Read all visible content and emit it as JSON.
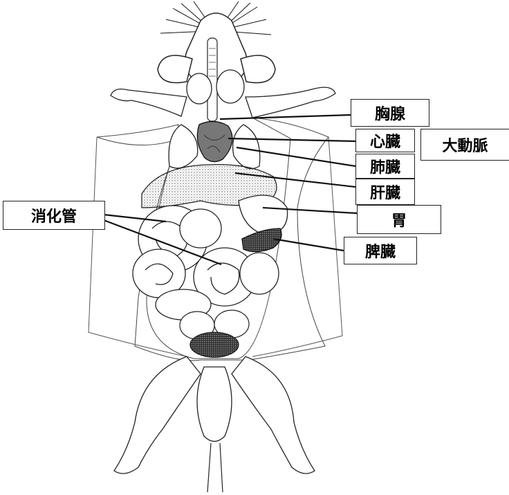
{
  "diagram": {
    "labels": {
      "thymus": "胸腺",
      "heart": "心臓",
      "aorta": "大動脈",
      "lung": "肺臓",
      "liver": "肝臓",
      "stomach": "胃",
      "spleen": "脾臓",
      "digestive_tract": "消化管"
    }
  }
}
